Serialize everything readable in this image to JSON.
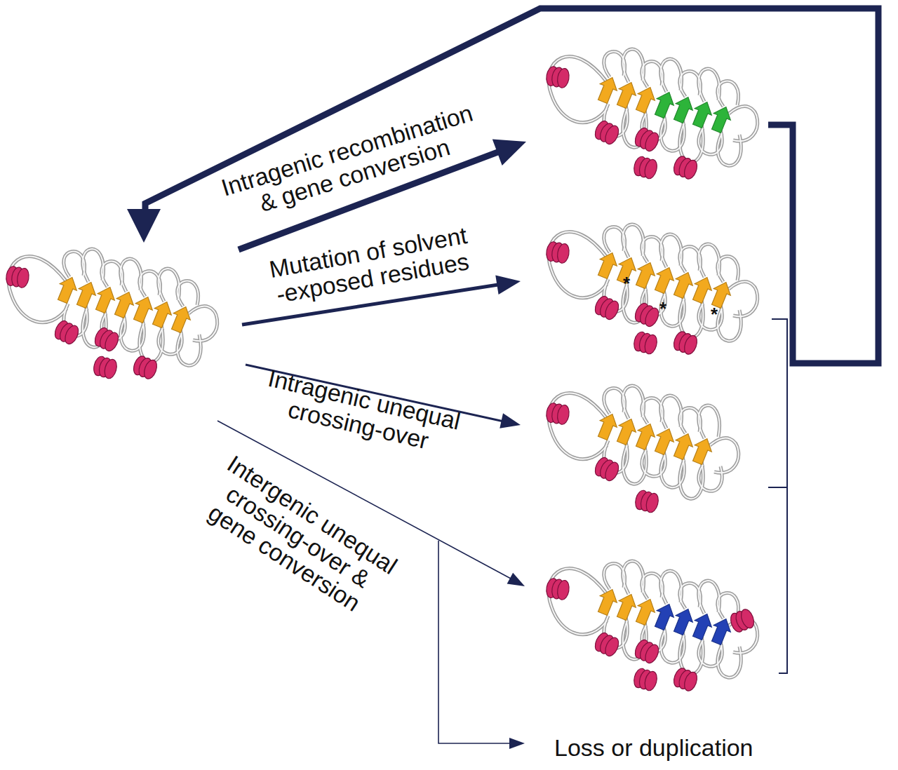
{
  "diagram": {
    "labels": [
      "Intragenic recombination & gene conversion",
      "Mutation of solvent -exposed residues",
      "*",
      "*",
      "*",
      "Intragenic unequal crossing-over",
      "Intergenic unequal crossing-over & gene conversion",
      "Loss or duplication"
    ]
  }
}
